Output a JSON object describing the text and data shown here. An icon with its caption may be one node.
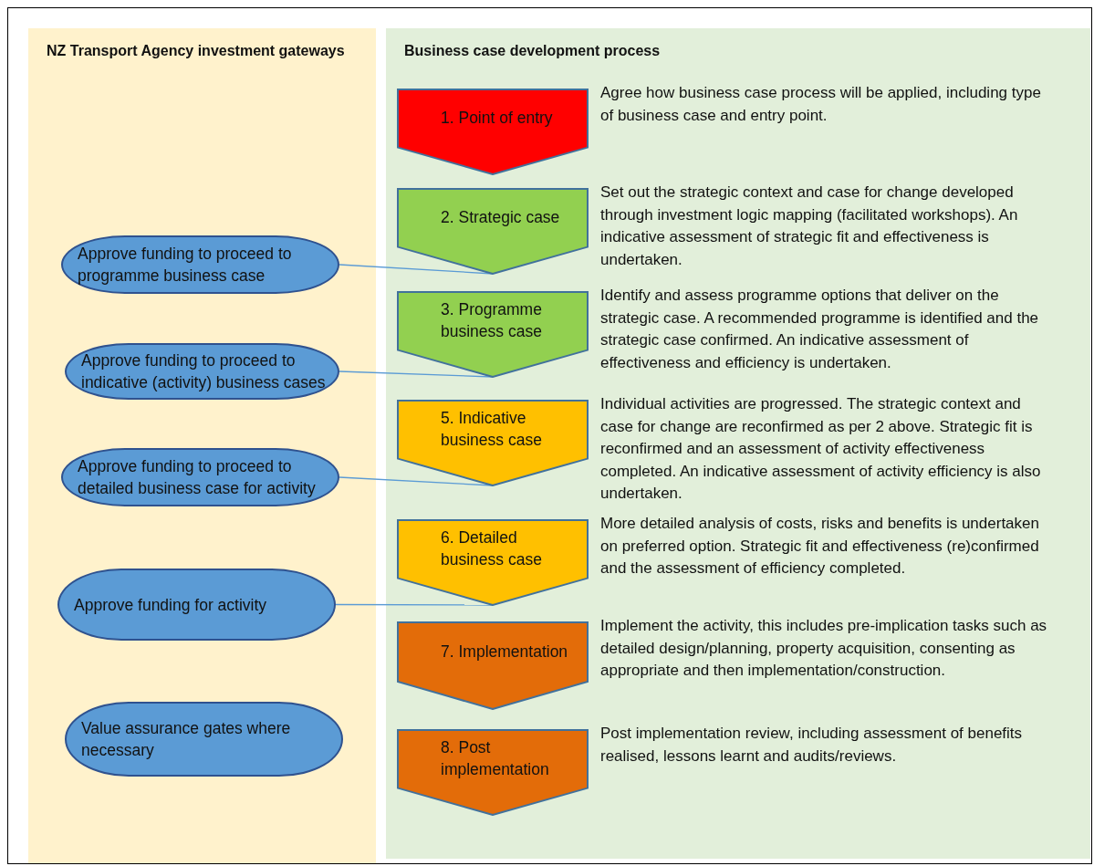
{
  "diagram": {
    "nodes": [
      {
        "text": [
          "NZ Transport Agency investment gateways"
        ]
      },
      {
        "text": [
          "Approve funding to proceed to programme business case"
        ],
        "in": 0
      },
      {
        "text": [
          "Approve funding to proceed to indicative (activity) business cases"
        ],
        "in": 0
      },
      {
        "text": [
          "Approve funding to proceed to detailed business case for activity"
        ],
        "in": 0
      },
      {
        "text": [
          "Approve funding for activity"
        ],
        "in": 0
      },
      {
        "text": [
          "Value assurance gates where necessary"
        ],
        "in": 0
      },
      {
        "text": [
          "Business case development process"
        ]
      },
      {
        "text": [
          "1. Point of entry"
        ],
        "in": 6,
        "beside": [
          "Agree how business case process will be applied, including type of business case and entry point."
        ]
      },
      {
        "text": [
          "2. Strategic case"
        ],
        "in": 6,
        "beside": [
          "Set out the strategic context and case for change developed through investment logic mapping (facilitated workshops). An indicative assessment of strategic fit and effectiveness is undertaken."
        ]
      },
      {
        "text": [
          "3. Programme business case"
        ],
        "in": 6,
        "beside": [
          "Identify and assess programme options that deliver on the strategic case. A recommended programme is identified and the strategic case confirmed. An indicative assessment of effectiveness and efficiency is undertaken."
        ]
      },
      {
        "text": [
          "5. Indicative business case"
        ],
        "in": 6,
        "beside": [
          "Individual activities are progressed. The strategic context and case for change are reconfirmed as per 2 above. Strategic fit is reconfirmed and an assessment of activity effectiveness completed. An indicative assessment of activity efficiency is also undertaken."
        ]
      },
      {
        "text": [
          "6. Detailed business case"
        ],
        "in": 6,
        "beside": [
          "More detailed analysis of costs, risks and benefits is undertaken on preferred option. Strategic fit and effectiveness (re)confirmed and the assessment of efficiency completed."
        ]
      },
      {
        "text": [
          "7. Implementation"
        ],
        "in": 6,
        "beside": [
          "Implement the activity, this includes pre-implication tasks such as detailed design/planning, property acquisition, consenting as appropriate and then implementation/construction."
        ]
      },
      {
        "text": [
          "8. Post implementation"
        ],
        "in": 6,
        "beside": [
          "Post implementation review, including assessment of benefits realised, lessons learnt and audits/reviews."
        ]
      }
    ],
    "edges": [
      {
        "from": 1,
        "to": 8,
        "arrow": "none"
      },
      {
        "from": 2,
        "to": 9,
        "arrow": "none"
      },
      {
        "from": 3,
        "to": 10,
        "arrow": "none"
      },
      {
        "from": 4,
        "to": 11,
        "arrow": "none"
      }
    ]
  }
}
